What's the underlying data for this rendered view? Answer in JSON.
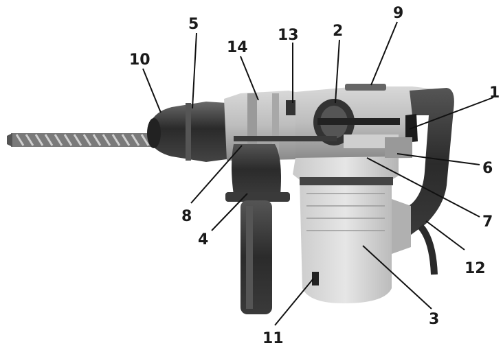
{
  "figure": {
    "subject": "rotary-hammer-drill",
    "callouts": [
      {
        "id": "c1",
        "label": "1"
      },
      {
        "id": "c2",
        "label": "2"
      },
      {
        "id": "c3",
        "label": "3"
      },
      {
        "id": "c4",
        "label": "4"
      },
      {
        "id": "c5",
        "label": "5"
      },
      {
        "id": "c6",
        "label": "6"
      },
      {
        "id": "c7",
        "label": "7"
      },
      {
        "id": "c8",
        "label": "8"
      },
      {
        "id": "c9",
        "label": "9"
      },
      {
        "id": "c10",
        "label": "10"
      },
      {
        "id": "c11",
        "label": "11"
      },
      {
        "id": "c12",
        "label": "12"
      },
      {
        "id": "c13",
        "label": "13"
      },
      {
        "id": "c14",
        "label": "14"
      }
    ]
  }
}
